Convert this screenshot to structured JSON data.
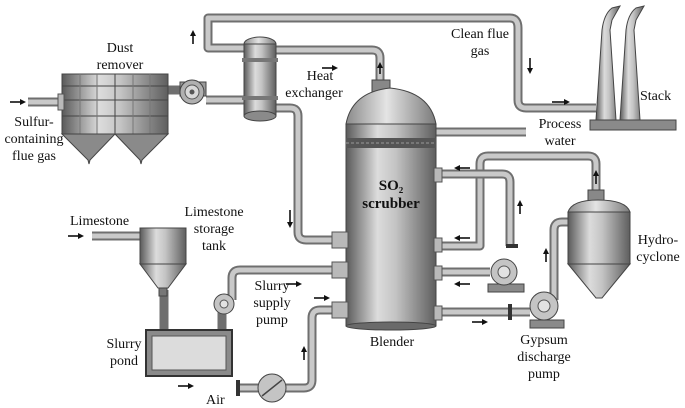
{
  "labels": {
    "sulfur_gas": [
      "Sulfur-",
      "containing",
      "flue gas"
    ],
    "dust_remover": [
      "Dust",
      "remover"
    ],
    "heat_exchanger": [
      "Heat",
      "exchanger"
    ],
    "clean_flue_gas": [
      "Clean flue",
      "gas"
    ],
    "stack": "Stack",
    "process_water": [
      "Process",
      "water"
    ],
    "scrubber_line1": "SO₂",
    "scrubber_line2": "scrubber",
    "hydrocyclone": [
      "Hydro-",
      "cyclone"
    ],
    "limestone": "Limestone",
    "limestone_tank": [
      "Limestone",
      "storage",
      "tank"
    ],
    "slurry_supply_pump": [
      "Slurry",
      "supply",
      "pump"
    ],
    "slurry_pond": [
      "Slurry",
      "pond"
    ],
    "blender": "Blender",
    "gypsum_pump": [
      "Gypsum",
      "discharge",
      "pump"
    ],
    "air": "Air"
  },
  "colors": {
    "metal_dark": "#5e5e5e",
    "metal_light": "#d4d4d4",
    "pipe": "#6f6f6f",
    "text": "#111111"
  }
}
